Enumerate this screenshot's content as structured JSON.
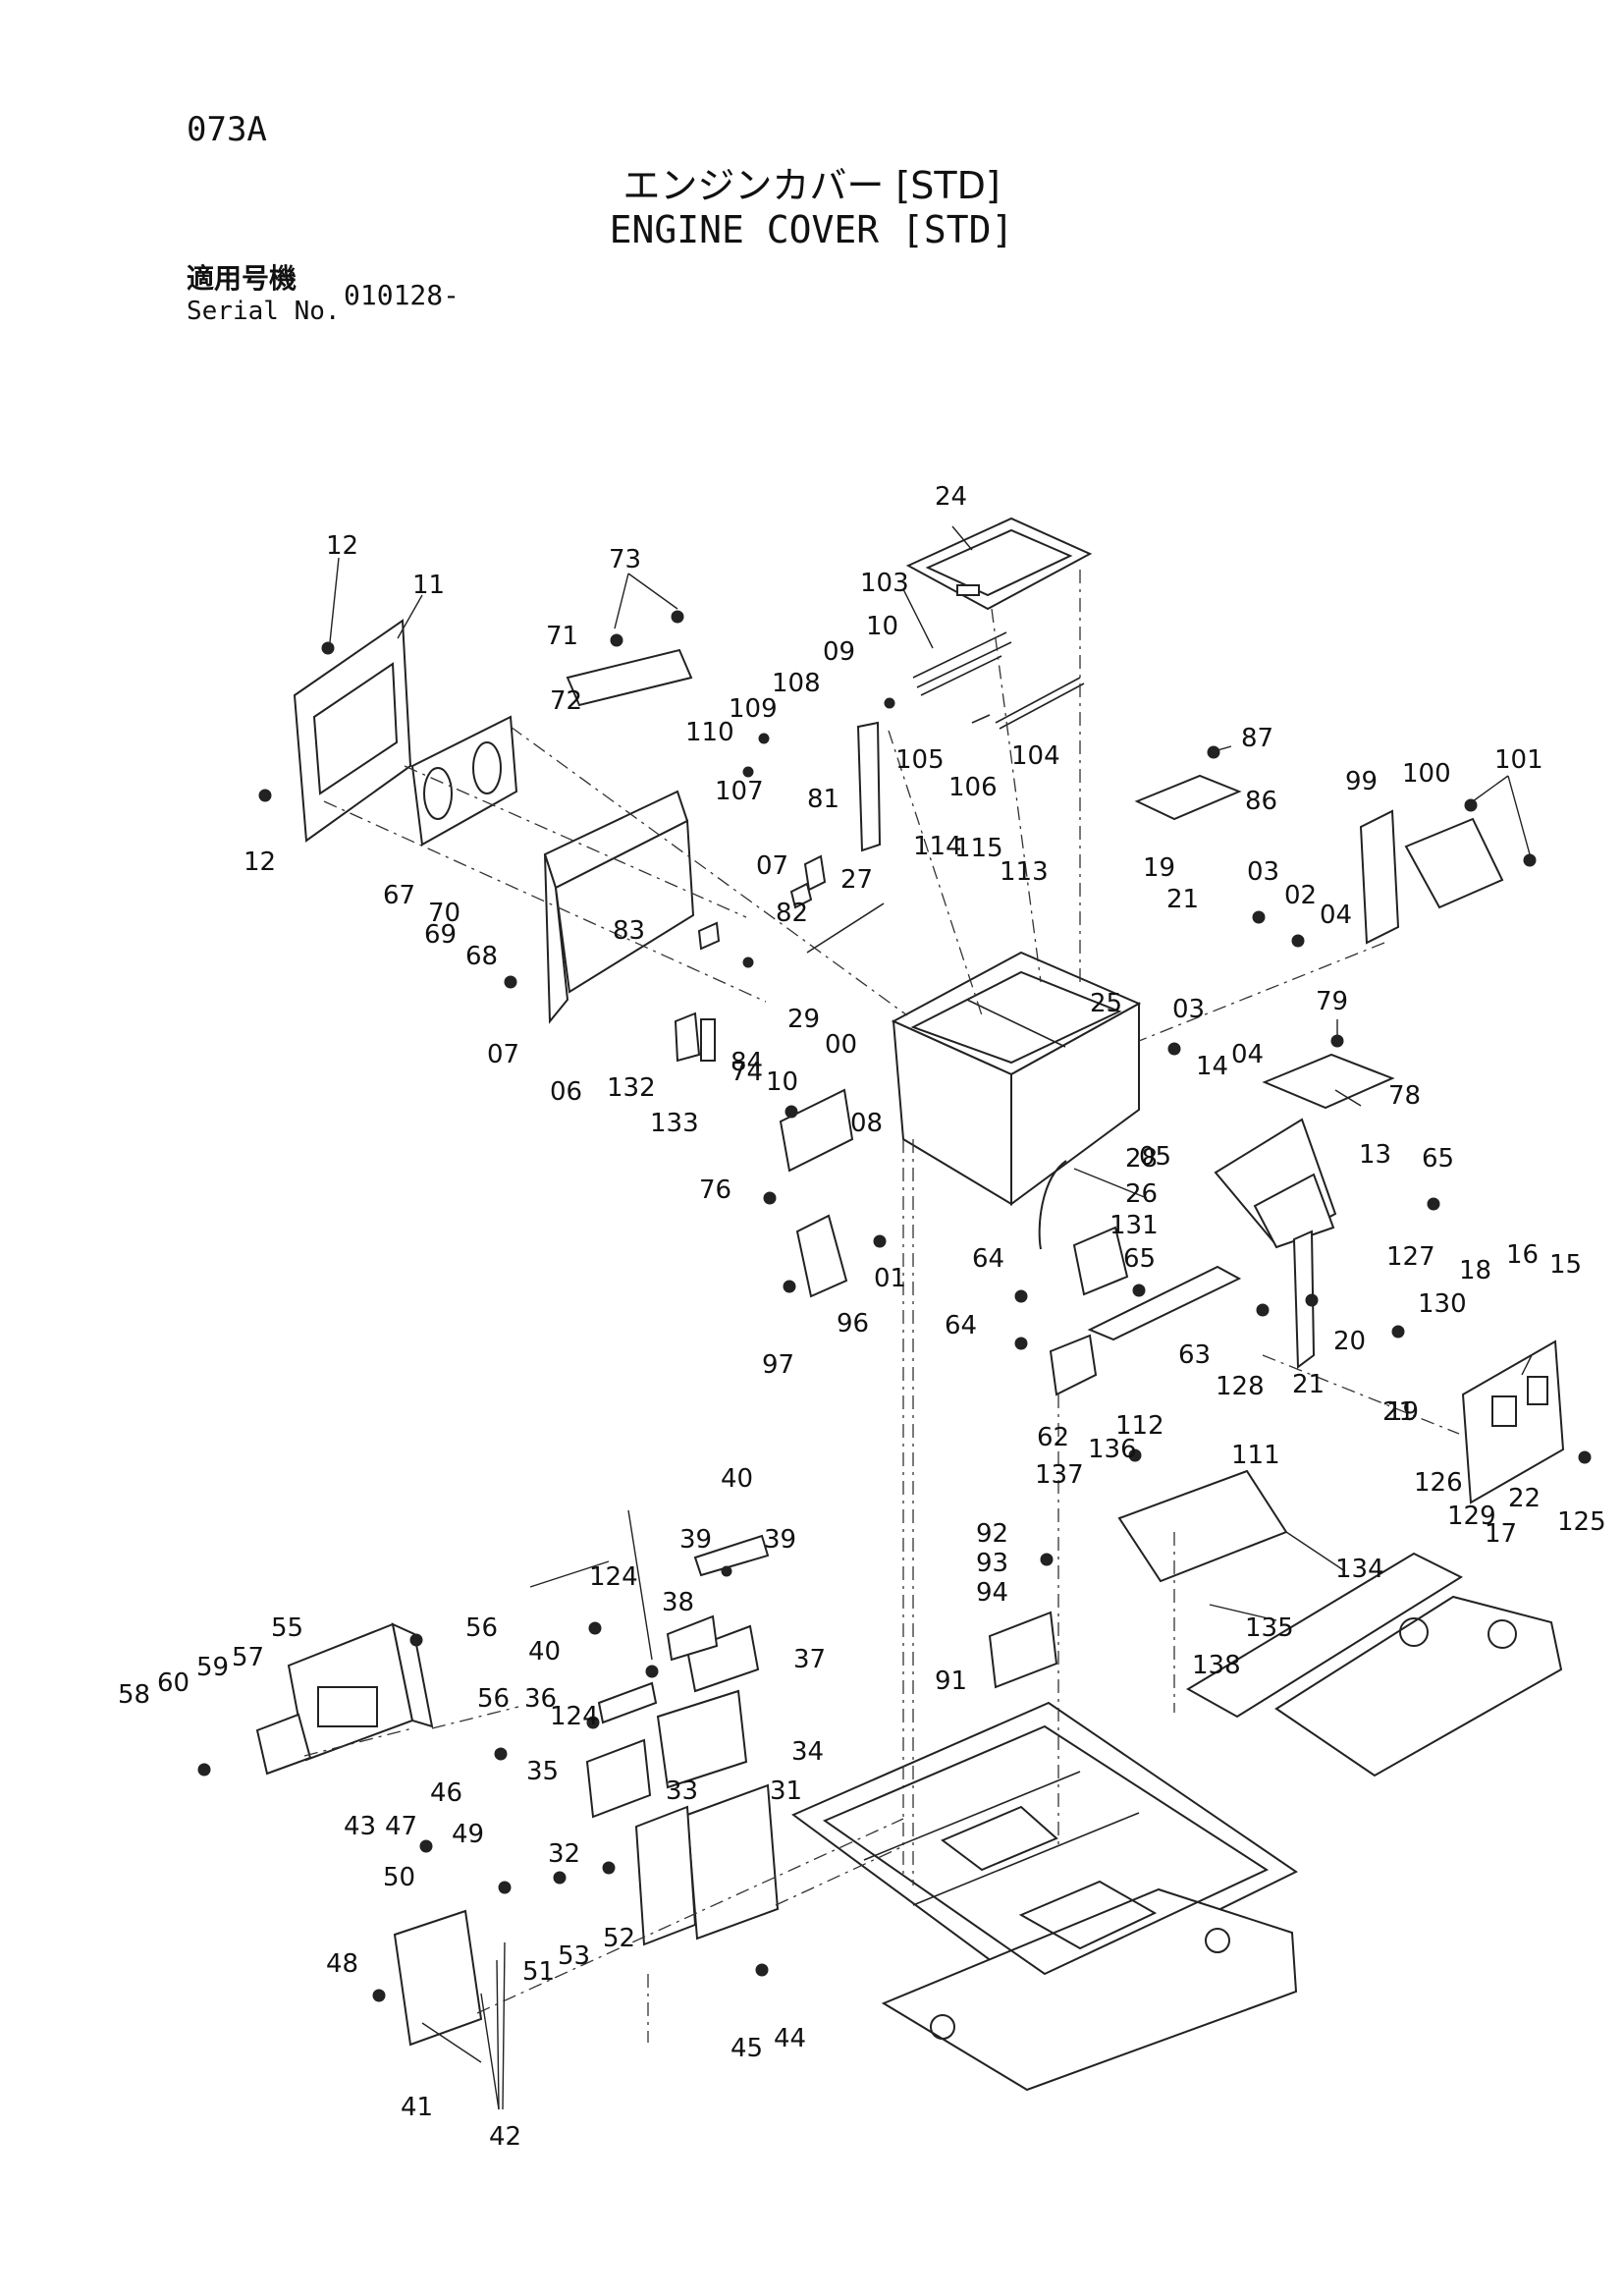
{
  "header": {
    "page_code": "073A",
    "title_jp": "エンジンカバー [STD]",
    "title_en": "ENGINE COVER [STD]",
    "serial_label_jp": "適用号機",
    "serial_label_en": "Serial No.",
    "serial_value": "010128-"
  },
  "callouts": [
    "00",
    "01",
    "02",
    "03",
    "03",
    "04",
    "04",
    "05",
    "06",
    "07",
    "07",
    "08",
    "09",
    "10",
    "10",
    "11",
    "12",
    "12",
    "13",
    "14",
    "15",
    "16",
    "17",
    "18",
    "19",
    "19",
    "20",
    "21",
    "21",
    "21",
    "22",
    "24",
    "25",
    "26",
    "27",
    "28",
    "29",
    "31",
    "32",
    "33",
    "34",
    "35",
    "36",
    "37",
    "38",
    "39",
    "39",
    "40",
    "40",
    "41",
    "42",
    "43",
    "44",
    "45",
    "46",
    "47",
    "48",
    "49",
    "50",
    "51",
    "52",
    "53",
    "55",
    "56",
    "56",
    "57",
    "58",
    "59",
    "60",
    "62",
    "63",
    "64",
    "64",
    "65",
    "65",
    "67",
    "68",
    "69",
    "70",
    "71",
    "72",
    "73",
    "74",
    "76",
    "78",
    "79",
    "81",
    "82",
    "83",
    "84",
    "86",
    "87",
    "91",
    "92",
    "93",
    "94",
    "96",
    "97",
    "99",
    "100",
    "101",
    "103",
    "104",
    "105",
    "106",
    "107",
    "108",
    "109",
    "110",
    "111",
    "112",
    "113",
    "114",
    "115",
    "124",
    "124",
    "125",
    "126",
    "127",
    "128",
    "129",
    "130",
    "131",
    "132",
    "133",
    "134",
    "135",
    "136",
    "137",
    "138"
  ]
}
